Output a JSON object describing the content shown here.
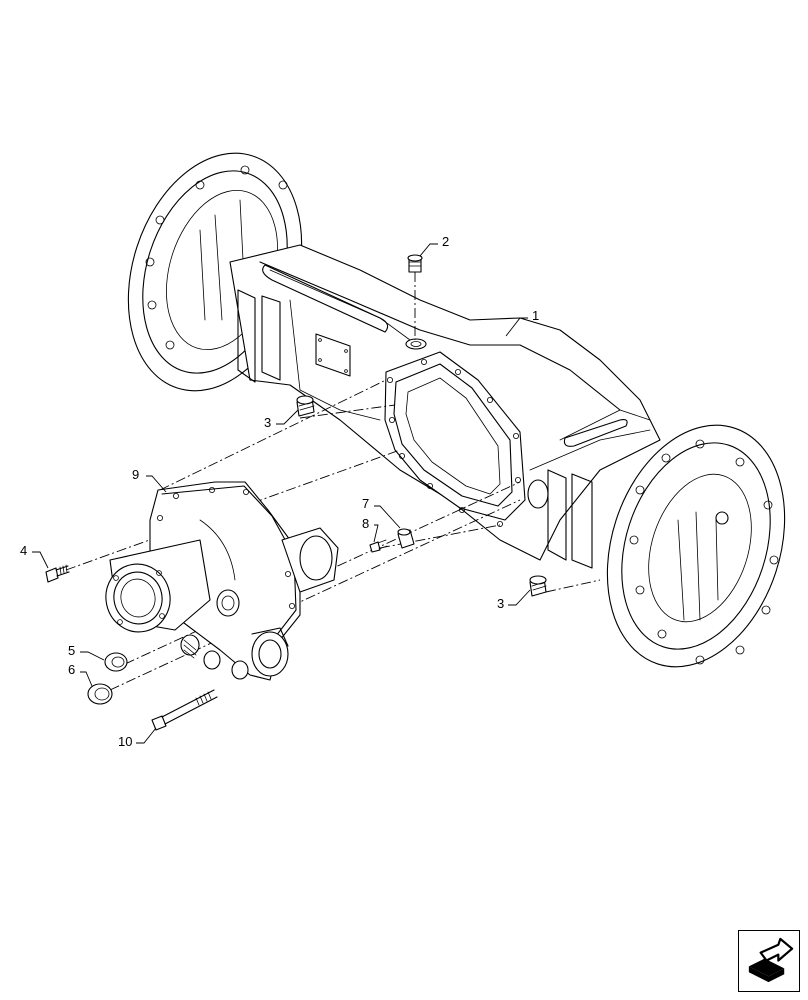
{
  "callouts": {
    "c1": "1",
    "c2": "2",
    "c3a": "3",
    "c3b": "3",
    "c4": "4",
    "c5": "5",
    "c6": "6",
    "c7": "7",
    "c8": "8",
    "c9": "9",
    "c10": "10"
  },
  "icons": {
    "nav": "next-page-arrow-icon"
  }
}
